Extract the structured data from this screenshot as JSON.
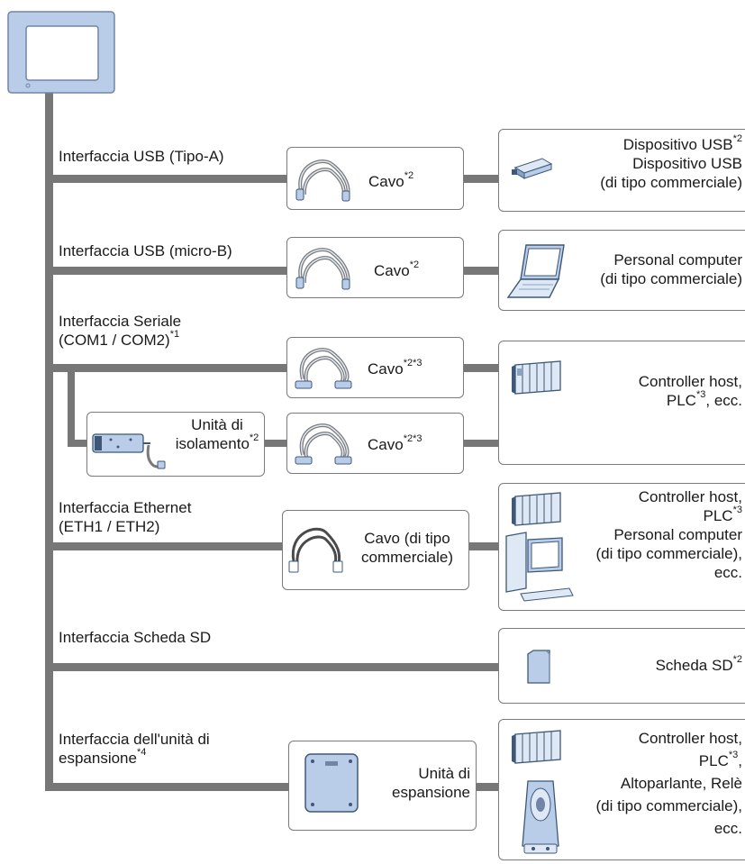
{
  "interfaces": {
    "usb_a": "Interfaccia USB (Tipo-A)",
    "usb_micro": "Interfaccia USB (micro-B)",
    "serial_1": "Interfaccia Seriale",
    "serial_2": "(COM1 / COM2)",
    "serial_sup": "*1",
    "ethernet_1": "Interfaccia Ethernet",
    "ethernet_2": "(ETH1 / ETH2)",
    "sd": "Interfaccia Scheda SD",
    "expansion_1": "Interfaccia dell'unità di",
    "expansion_2": "espansione",
    "expansion_sup": "*4"
  },
  "cables": {
    "cable": "Cavo",
    "sup_2": "*2",
    "sup_23": "*2*3",
    "ethernet_1": "Cavo (di tipo",
    "ethernet_2": "commerciale)",
    "isolation_1": "Unità di",
    "isolation_2": "isolamento",
    "isolation_sup": "*2",
    "expansion_1": "Unità di",
    "expansion_2": "espansione"
  },
  "devices": {
    "usb_line1": "Dispositivo USB",
    "usb_line1_sup": "*2",
    "usb_line2": "Dispositivo USB",
    "usb_line3": "(di tipo commerciale)",
    "pc_line1": "Personal computer",
    "pc_line2": "(di tipo commerciale)",
    "serial_line1": "Controller host,",
    "serial_line2": "PLC",
    "serial_line2_sup": "*3",
    "serial_line2_end": ", ecc.",
    "eth_line1": "Controller host,",
    "eth_line2": "PLC",
    "eth_line2_sup": "*3",
    "eth_line3": "Personal computer",
    "eth_line4": "(di tipo commerciale),",
    "eth_line5": "ecc.",
    "sd_line1": "Scheda SD",
    "sd_line1_sup": "*2",
    "exp_line1": "Controller host,",
    "exp_line2": "PLC",
    "exp_line2_sup": "*3",
    "exp_line2_end": ",",
    "exp_line3": "Altoparlante, Relè",
    "exp_line4": "(di tipo commerciale),",
    "exp_line5": "ecc."
  },
  "colors": {
    "line": "#777777",
    "box_border": "#7a7a7a",
    "device_blue": "#b9cde8",
    "device_dark": "#3e5878"
  },
  "icons": [
    "hmi-panel-icon",
    "cable-icon",
    "usb-stick-icon",
    "laptop-icon",
    "plc-icon",
    "ethernet-cable-icon",
    "desktop-pc-icon",
    "sd-card-icon",
    "isolation-unit-icon",
    "expansion-unit-icon",
    "speaker-relay-icon"
  ]
}
